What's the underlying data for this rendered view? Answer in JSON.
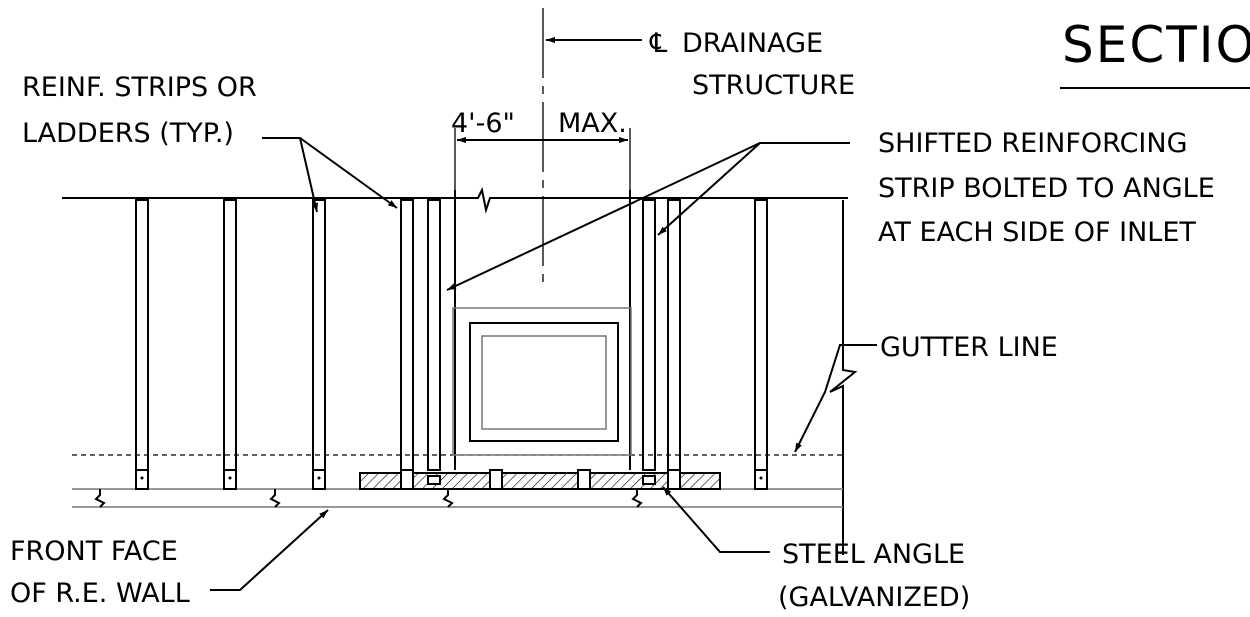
{
  "title": "SECTIO",
  "labels": {
    "centerline_symbol": "℄",
    "drainage_line1": "DRAINAGE",
    "drainage_line2": "STRUCTURE",
    "reinf_line1": "REINF. STRIPS OR",
    "reinf_line2": "LADDERS (TYP.)",
    "dimension": "4'-6\"",
    "dimension_max": "MAX.",
    "shifted_line1": "SHIFTED REINFORCING",
    "shifted_line2": "STRIP BOLTED TO ANGLE",
    "shifted_line3": "AT EACH SIDE OF INLET",
    "gutter": "GUTTER LINE",
    "front_line1": "FRONT FACE",
    "front_line2": "OF R.E. WALL",
    "steel_line1": "STEEL ANGLE",
    "steel_line2": "(GALVANIZED)"
  },
  "colors": {
    "ink": "#000000",
    "hatch": "#000000",
    "background": "#ffffff"
  }
}
